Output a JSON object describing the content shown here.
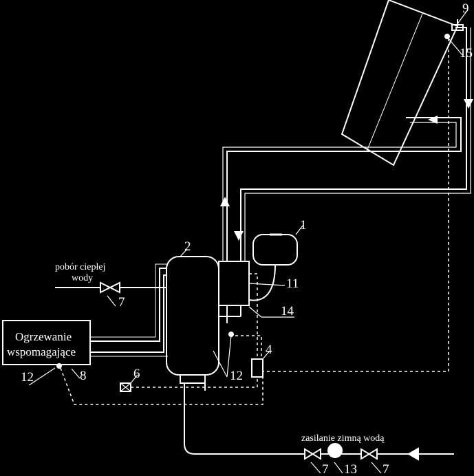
{
  "colors": {
    "background": "#000000",
    "line": "#ffffff"
  },
  "labels": {
    "hot_water_line1": "pobór ciepłej",
    "hot_water_line2": "wody",
    "cold_water": "zasilanie zimną wodą",
    "aux_heating_line1": "Ogrzewanie",
    "aux_heating_line2": "wspomagające"
  },
  "numbers": {
    "n1": "1",
    "n2": "2",
    "n4": "4",
    "n6": "6",
    "n7a": "7",
    "n7b": "7",
    "n7c": "7",
    "n8": "8",
    "n9": "9",
    "n11": "11",
    "n12a": "12",
    "n12b": "12",
    "n13": "13",
    "n14": "14",
    "n15": "15"
  }
}
